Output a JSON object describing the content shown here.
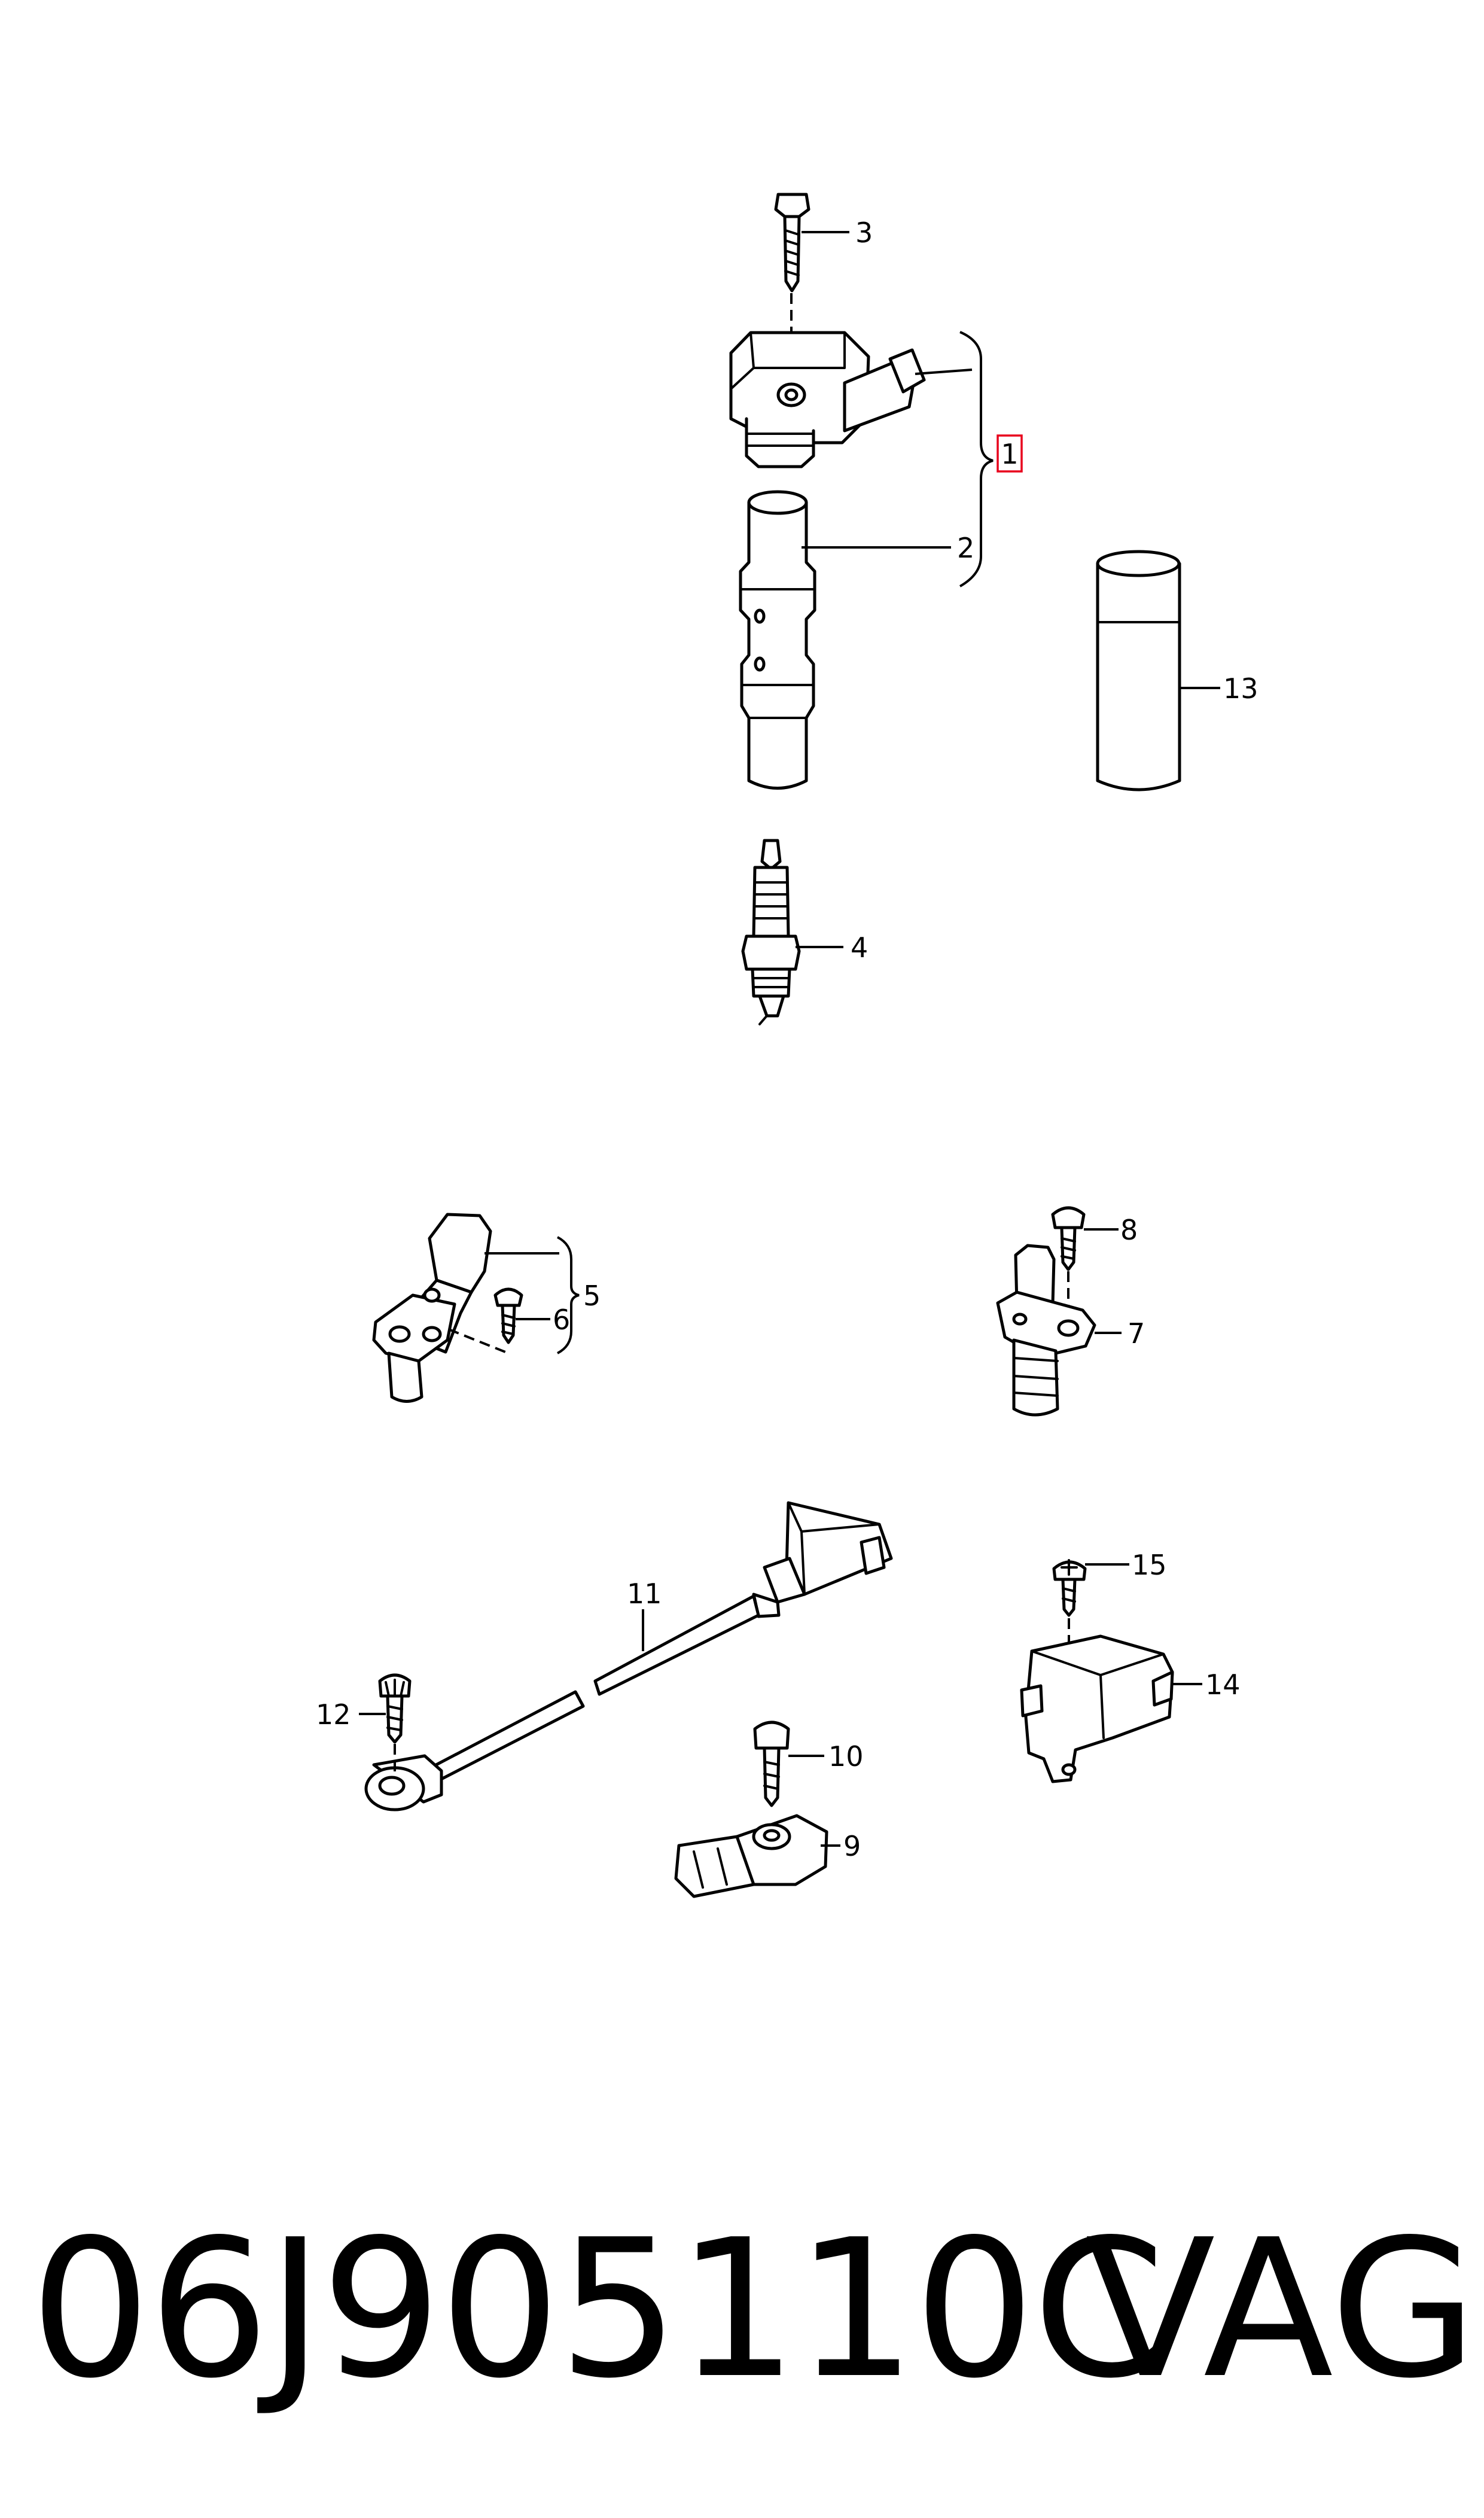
{
  "callouts": {
    "c1": "1",
    "c2": "2",
    "c3": "3",
    "c4": "4",
    "c5": "5",
    "c6": "6",
    "c7": "7",
    "c8": "8",
    "c9": "9",
    "c10": "10",
    "c11": "11",
    "c12": "12",
    "c13": "13",
    "c14": "14",
    "c15": "15"
  },
  "highlight_color": "#e8001c",
  "caption": {
    "part_number": "06J905110C",
    "brand": "VAG"
  }
}
